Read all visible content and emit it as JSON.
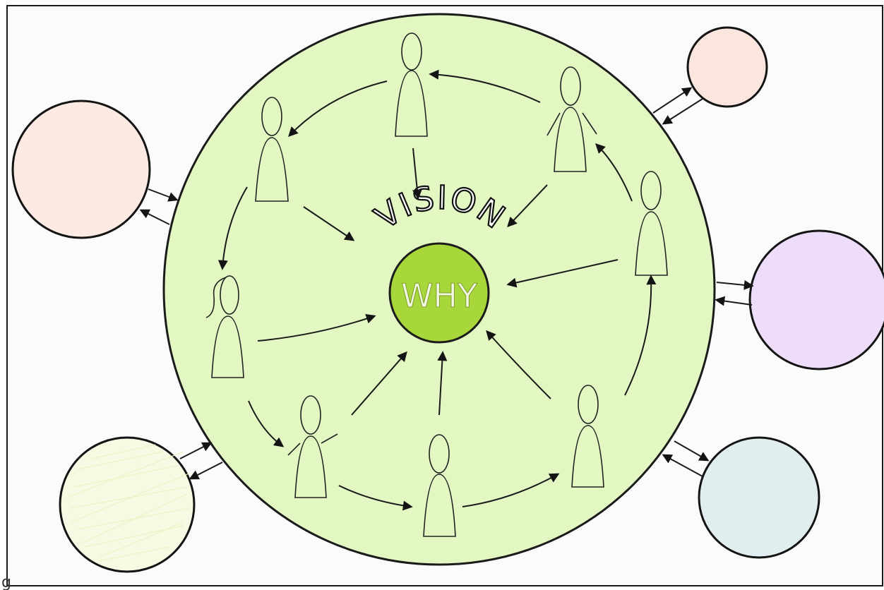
{
  "diagram": {
    "center_label": "WHY",
    "ring_label": "VISION",
    "corner_fragment": "g",
    "colors": {
      "big_circle": "#e2f7c2",
      "center_circle": "#a7d73a",
      "outer_circles": [
        "#fdeae2",
        "#fbe6de",
        "#eedcfb",
        "#e1eef0",
        "#f5fae3"
      ],
      "people": [
        "#d9896a",
        "#8fa0cf",
        "#8ec2c8",
        "#f6e21a",
        "#a82a2a",
        "#a8bfa3",
        "#d8aaf0",
        "#dc8a60"
      ]
    },
    "people_count": 8,
    "outer_circle_count": 5
  }
}
